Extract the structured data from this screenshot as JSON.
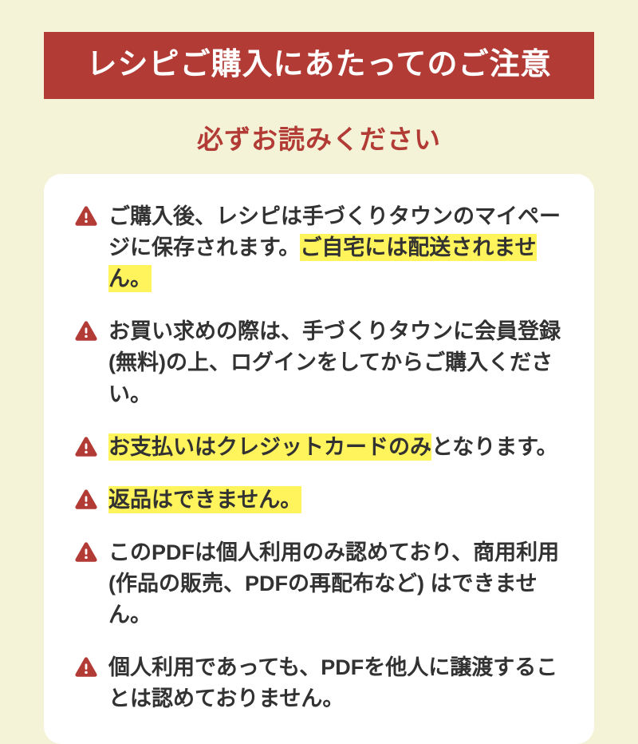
{
  "page": {
    "banner_title": "レシピご購入にあたってのご注意",
    "subtitle": "必ずお読みください"
  },
  "colors": {
    "background": "#f4f3d8",
    "accent_red": "#b23b36",
    "highlight_yellow": "#fff45c",
    "card_background": "#ffffff",
    "text": "#323232"
  },
  "icons": {
    "list_marker": "warning-triangle-icon"
  },
  "notices": [
    {
      "segments": [
        {
          "text": "ご購入後、レシピは手づくりタウンのマイページに保存されます。",
          "highlight": false
        },
        {
          "text": "ご自宅には配送されません。",
          "highlight": true
        }
      ]
    },
    {
      "segments": [
        {
          "text": "お買い求めの際は、手づくりタウンに会員登録(無料)の上、ログインをしてからご購入ください。",
          "highlight": false
        }
      ]
    },
    {
      "segments": [
        {
          "text": "お支払いはクレジットカードのみ",
          "highlight": true
        },
        {
          "text": "となります。",
          "highlight": false
        }
      ]
    },
    {
      "segments": [
        {
          "text": "返品はできません。",
          "highlight": true
        }
      ]
    },
    {
      "segments": [
        {
          "text": "このPDFは個人利用のみ認めており、商用利用(作品の販売、PDFの再配布など) はできません。",
          "highlight": false
        }
      ]
    },
    {
      "segments": [
        {
          "text": "個人利用であっても、PDFを他人に譲渡することは認めておりません。",
          "highlight": false
        }
      ]
    }
  ]
}
